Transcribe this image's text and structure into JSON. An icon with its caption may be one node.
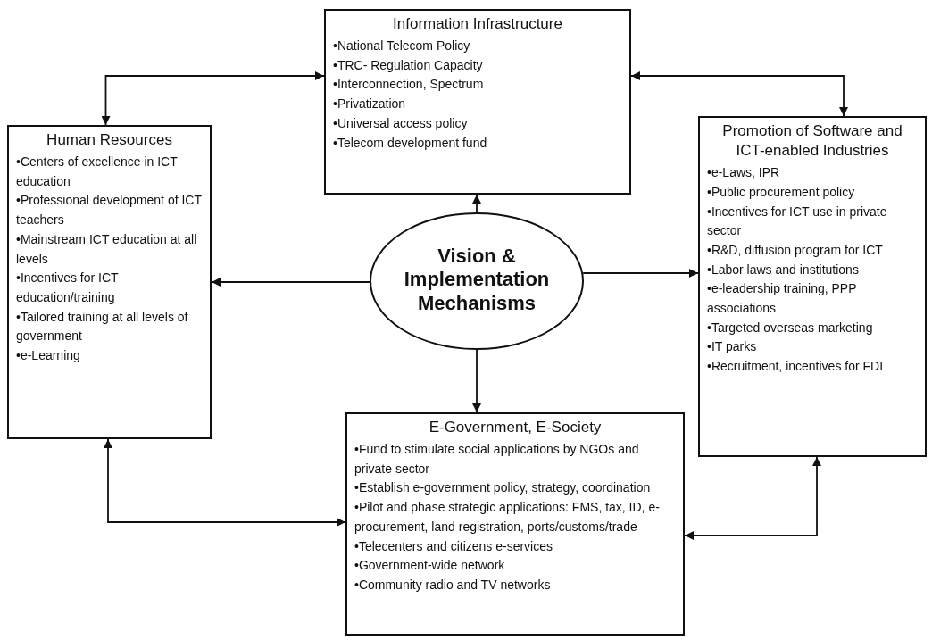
{
  "diagram": {
    "nodes": [
      {
        "text": [
          "Information Infrastructure",
          "•National Telecom Policy",
          "•TRC- Regulation Capacity",
          "•Interconnection, Spectrum",
          "•Privatization",
          "•Universal access policy",
          "•Telecom development fund"
        ]
      },
      {
        "text": [
          "Human Resources",
          "•Centers of excellence in ICT education",
          "•Professional development of ICT teachers",
          "•Mainstream ICT education at all levels",
          "•Incentives for ICT education/training",
          "•Tailored training at all levels of government",
          "•e-Learning"
        ]
      },
      {
        "text": [
          "Vision & Implementation Mechanisms"
        ]
      },
      {
        "text": [
          "Promotion of Software and ICT-enabled Industries",
          "•e-Laws, IPR",
          "•Public procurement policy",
          "•Incentives for ICT use in private sector",
          "•R&D, diffusion program for ICT",
          "•Labor laws and institutions",
          "•e-leadership training, PPP associations",
          "•Targeted overseas marketing",
          "•IT parks",
          "•Recruitment, incentives for FDI"
        ]
      },
      {
        "text": [
          "E-Government, E-Society",
          "•Fund to stimulate social applications by NGOs and private sector",
          "•Establish e-government policy, strategy, coordination",
          "•Pilot and phase strategic applications: FMS, tax, ID, e-procurement, land registration, ports/customs/trade",
          "•Telecenters and citizens e-services",
          "•Government-wide network",
          "•Community radio and TV networks"
        ]
      }
    ],
    "edges": [
      {
        "from": 0,
        "to": 1,
        "arrow": "both"
      },
      {
        "from": 0,
        "to": 3,
        "arrow": "both"
      },
      {
        "from": 2,
        "to": 0,
        "arrow": "to"
      },
      {
        "from": 2,
        "to": 1,
        "arrow": "to"
      },
      {
        "from": 2,
        "to": 3,
        "arrow": "to"
      },
      {
        "from": 2,
        "to": 4,
        "arrow": "to"
      },
      {
        "from": 1,
        "to": 4,
        "arrow": "both"
      },
      {
        "from": 3,
        "to": 4,
        "arrow": "both"
      }
    ]
  }
}
